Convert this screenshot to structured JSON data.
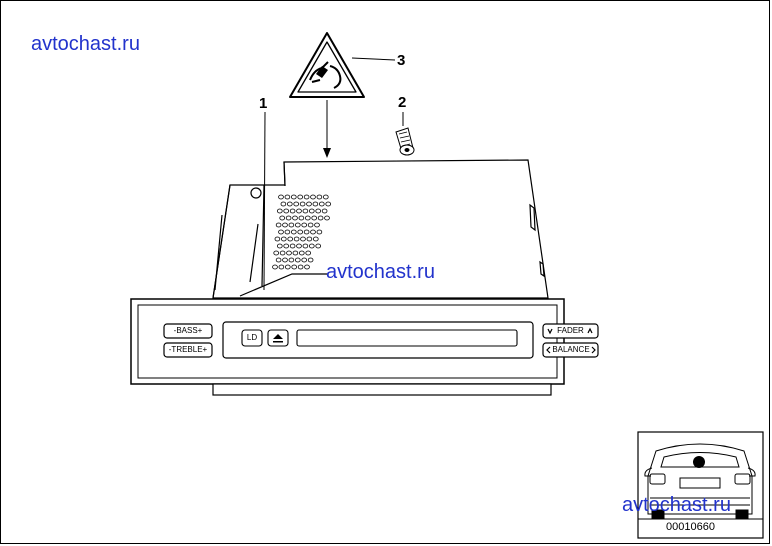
{
  "watermarks": [
    "avtochast.ru",
    "avtochast.ru",
    "avtochast.ru"
  ],
  "callouts": {
    "item1": "1",
    "item2": "2",
    "item3": "3"
  },
  "radio_buttons": {
    "bass": "-BASS+",
    "treble": "-TREBLE+",
    "ld": "LD",
    "fader": "FADER",
    "balance": "BALANCE"
  },
  "inset": {
    "part_number": "00010660"
  },
  "colors": {
    "line": "#000000",
    "watermark": "#2233cc",
    "background": "#ffffff"
  },
  "icons": [
    "warning-triangle-icon",
    "eject-icon",
    "fader-arrow-icon",
    "balance-arrow-icon",
    "car-rear-icon"
  ]
}
